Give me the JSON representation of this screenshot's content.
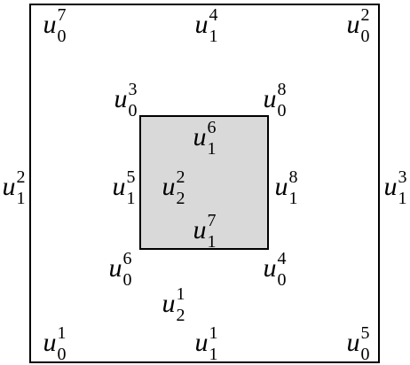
{
  "colors": {
    "stroke": "#000000",
    "inner_fill": "#d9d9d9",
    "text": "#000000"
  },
  "labels": {
    "outer_top_left": {
      "base": "u",
      "sub": "0",
      "sup": "7"
    },
    "outer_top_mid": {
      "base": "u",
      "sub": "1",
      "sup": "4"
    },
    "outer_top_right": {
      "base": "u",
      "sub": "0",
      "sup": "2"
    },
    "outer_left_mid": {
      "base": "u",
      "sub": "1",
      "sup": "2"
    },
    "outer_right_mid": {
      "base": "u",
      "sub": "1",
      "sup": "3"
    },
    "outer_bottom_left": {
      "base": "u",
      "sub": "0",
      "sup": "1"
    },
    "outer_bottom_mid": {
      "base": "u",
      "sub": "1",
      "sup": "1"
    },
    "outer_bottom_right": {
      "base": "u",
      "sub": "0",
      "sup": "5"
    },
    "inner_top_left": {
      "base": "u",
      "sub": "0",
      "sup": "3"
    },
    "inner_top_right": {
      "base": "u",
      "sub": "0",
      "sup": "8"
    },
    "inner_bottom_left": {
      "base": "u",
      "sub": "0",
      "sup": "6"
    },
    "inner_bottom_right": {
      "base": "u",
      "sub": "0",
      "sup": "4"
    },
    "inner_top_mid": {
      "base": "u",
      "sub": "1",
      "sup": "6"
    },
    "inner_bottom_mid": {
      "base": "u",
      "sub": "1",
      "sup": "7"
    },
    "inner_left_mid": {
      "base": "u",
      "sub": "1",
      "sup": "5"
    },
    "inner_right_mid": {
      "base": "u",
      "sub": "1",
      "sup": "8"
    },
    "inner_face": {
      "base": "u",
      "sub": "2",
      "sup": "2"
    },
    "outer_face": {
      "base": "u",
      "sub": "2",
      "sup": "1"
    }
  }
}
